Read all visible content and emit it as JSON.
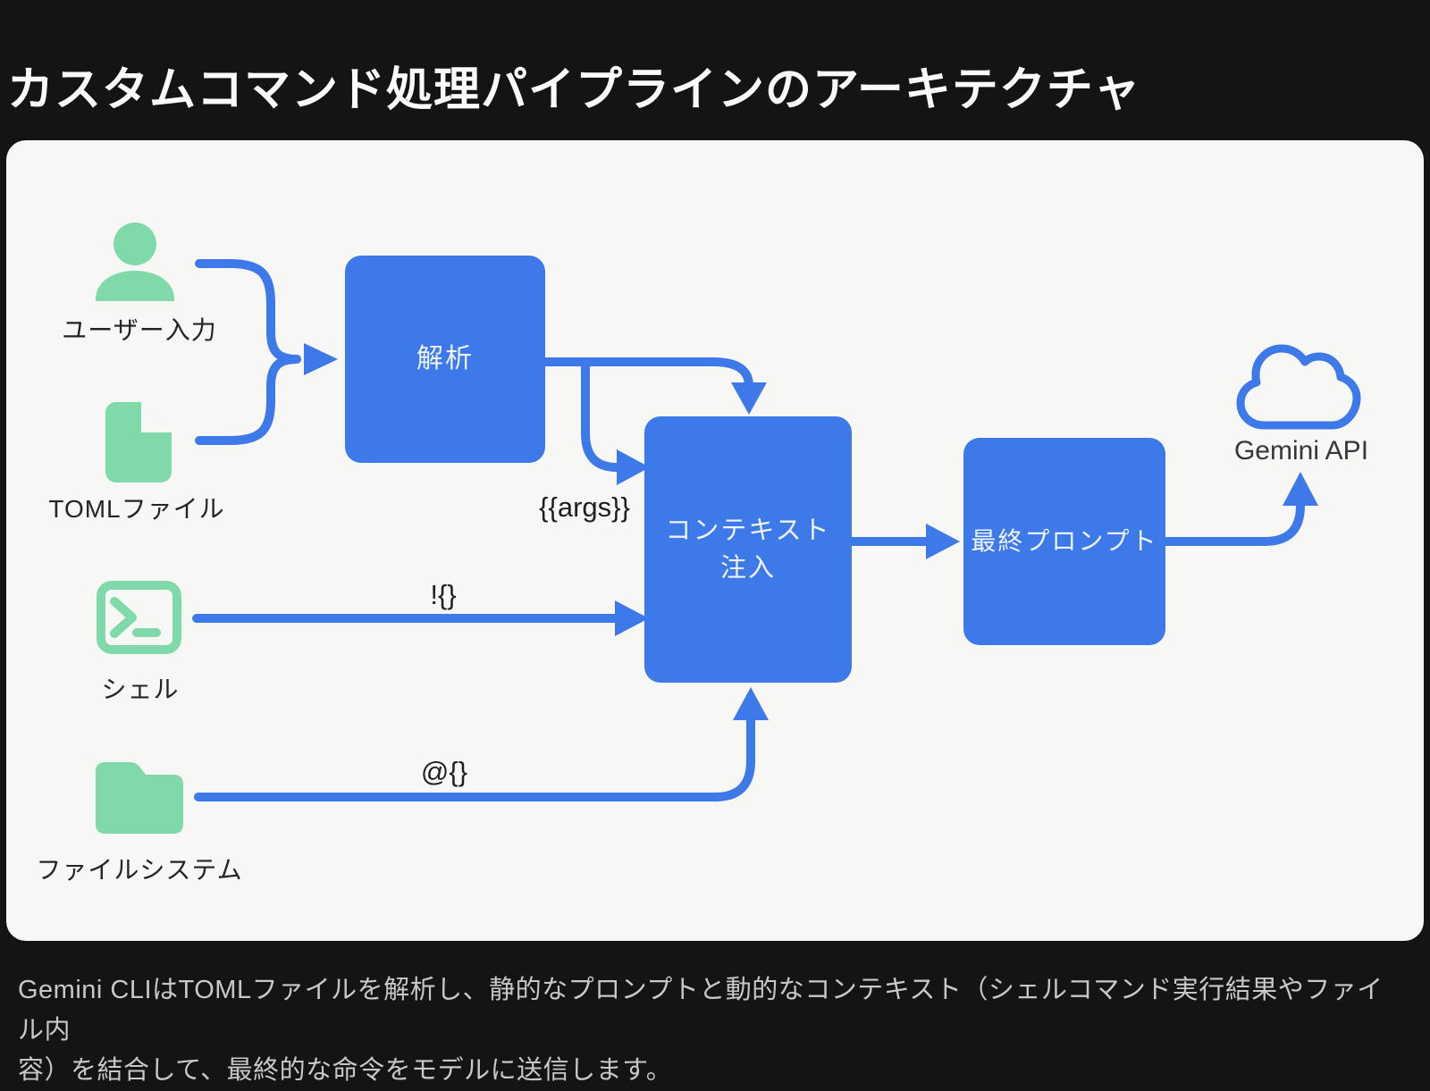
{
  "title": "カスタムコマンド処理パイプラインのアーキテクチャ",
  "caption": {
    "line1": "Gemini CLIはTOMLファイルを解析し、静的なプロンプトと動的なコンテキスト（シェルコマンド実行結果やファイル内",
    "line2": "容）を結合して、最終的な命令をモデルに送信します。"
  },
  "diagram": {
    "sources": [
      {
        "id": "user-input",
        "label": "ユーザー入力",
        "icon": "person-icon"
      },
      {
        "id": "toml-file",
        "label": "TOMLファイル",
        "icon": "document-icon"
      },
      {
        "id": "shell",
        "label": "シェル",
        "icon": "terminal-icon"
      },
      {
        "id": "filesystem",
        "label": "ファイルシステム",
        "icon": "folder-icon"
      }
    ],
    "nodes": [
      {
        "id": "parse",
        "label": "解析"
      },
      {
        "id": "context-injection",
        "label_line1": "コンテキスト",
        "label_line2": "注入"
      },
      {
        "id": "final-prompt",
        "label": "最終プロンプト"
      }
    ],
    "edge_labels": {
      "args": "{{args}}",
      "shell": "!{}",
      "filesystem": "@{}"
    },
    "api": {
      "label": "Gemini API",
      "icon": "cloud-icon"
    },
    "colors": {
      "node_blue": "#3d79e8",
      "icon_green": "#80d9a8",
      "panel": "#f7f7f6",
      "background": "#141414",
      "title_text": "#fafafa",
      "caption_text": "#c7c8cb"
    }
  }
}
